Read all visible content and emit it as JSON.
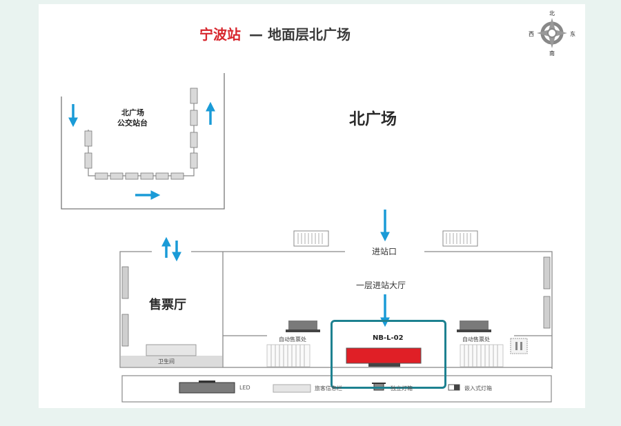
{
  "map": {
    "station": "宁波站",
    "title_rest": " — 地面层北广场",
    "plaza": "北广场",
    "bus_station_line1": "北广场",
    "bus_station_line2": "公交站台",
    "entrance": "进站口",
    "hall": "一层进站大厅",
    "ticket_hall": "售票厅",
    "ad_code": "NB-L-02",
    "tvm_left": "自动售票处",
    "tvm_right": "自动售票处",
    "facility": "卫生间"
  },
  "compass": {
    "north": "北",
    "south": "南",
    "west": "西",
    "east": "东"
  },
  "legend": [
    {
      "symbol": "led-screen",
      "label": "LED"
    },
    {
      "symbol": "light-box",
      "label": "旅客信息栏"
    },
    {
      "symbol": "standing-sign",
      "label": "独立灯箱"
    },
    {
      "symbol": "embedded-light-box",
      "label": "嵌入式灯箱"
    }
  ],
  "colors": {
    "arrow": "#1a9bd7",
    "highlight": "#1d8190",
    "ad_panel": "#e01f26",
    "title_accent": "#d7262d"
  }
}
